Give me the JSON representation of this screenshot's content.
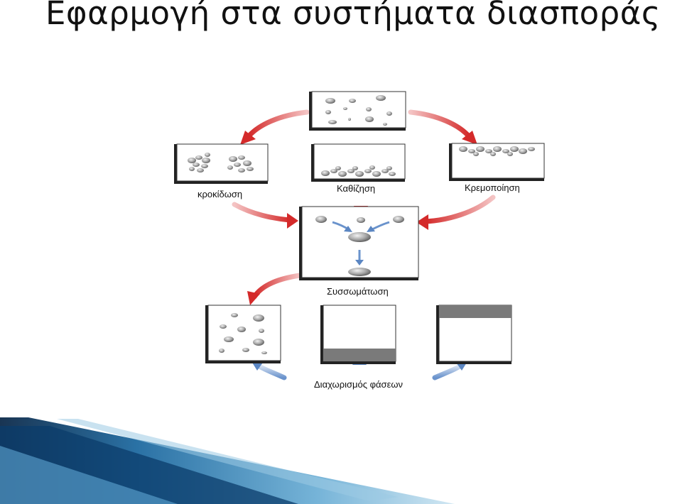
{
  "title": "Εφαρμογή στα συστήματα διασποράς",
  "labels": {
    "flocculation": "κροκίδωση",
    "sedimentation": "Καθίζηση",
    "creaming": "Κρεμοποίηση",
    "coalescence": "Συσσωμάτωση",
    "phase_separation": "Διαχωρισμός φάσεων"
  },
  "colors": {
    "red_arrow": "#d42a2a",
    "blue_arrow": "#5b86c2",
    "dark_layer": "#7a7a7a",
    "droplet": "#9a9a9a"
  }
}
